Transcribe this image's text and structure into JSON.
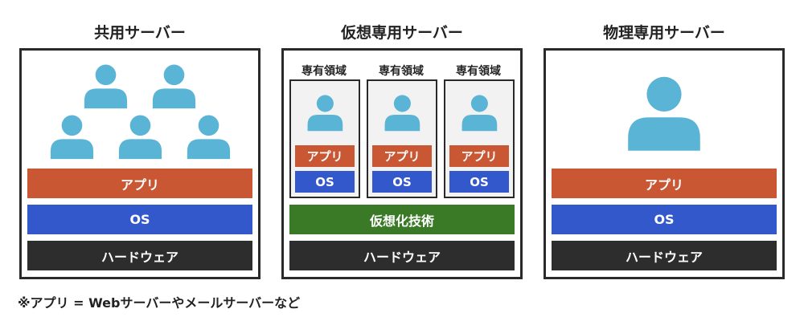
{
  "shared": {
    "title": "共用サーバー",
    "app": "アプリ",
    "os": "OS",
    "hardware": "ハードウェア"
  },
  "vps": {
    "title": "仮想専用サーバー",
    "areas": [
      {
        "label": "専有領域",
        "app": "アプリ",
        "os": "OS"
      },
      {
        "label": "専有領域",
        "app": "アプリ",
        "os": "OS"
      },
      {
        "label": "専有領域",
        "app": "アプリ",
        "os": "OS"
      }
    ],
    "virtualization": "仮想化技術",
    "hardware": "ハードウェア"
  },
  "dedicated": {
    "title": "物理専用サーバー",
    "app": "アプリ",
    "os": "OS",
    "hardware": "ハードウェア"
  },
  "footnote": "※アプリ = Webサーバーやメールサーバーなど",
  "colors": {
    "person": "#5ab4d6",
    "app": "#c95733",
    "os": "#3358cc",
    "hardware": "#2d2d2d",
    "virtualization": "#3a7a26"
  },
  "icons": [
    "user-icon"
  ]
}
